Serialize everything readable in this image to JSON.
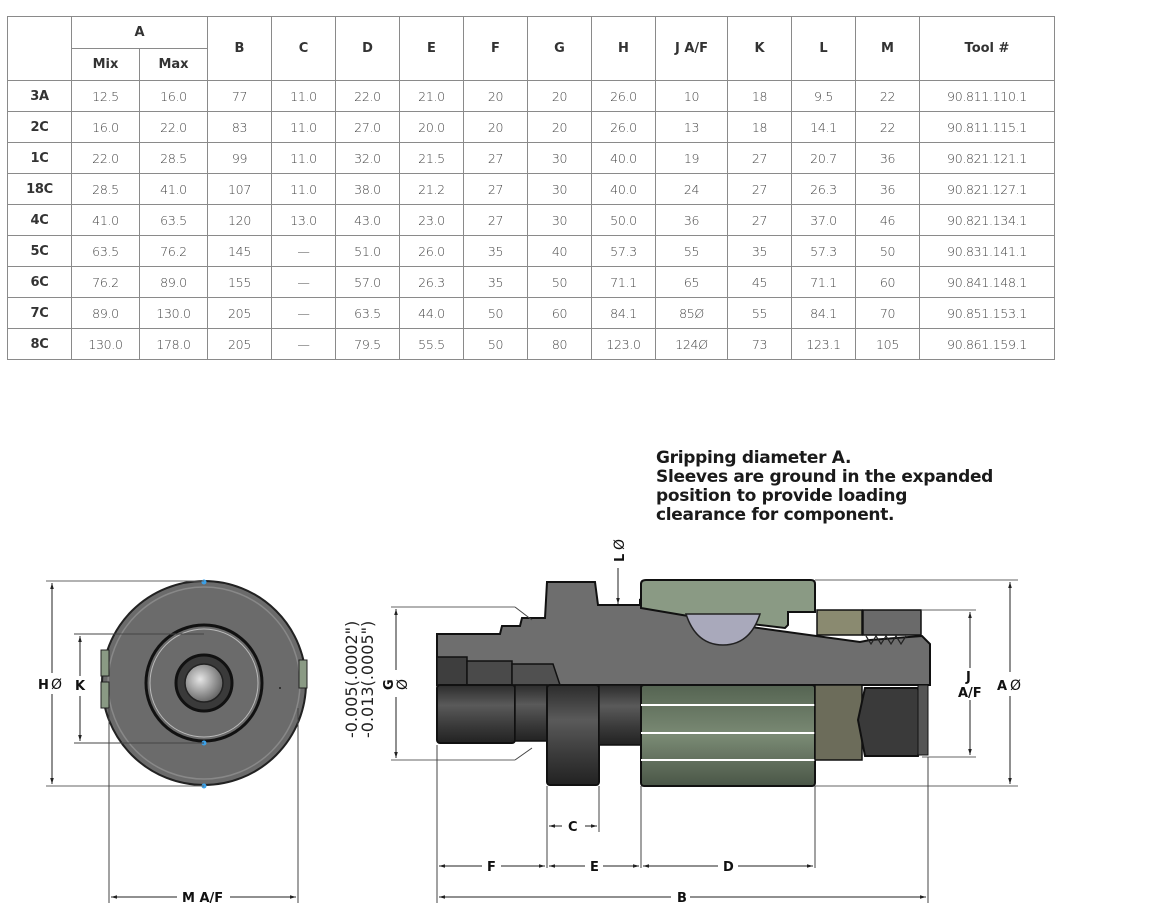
{
  "table": {
    "group_header": "A",
    "sub_headers": [
      "Mix",
      "Max"
    ],
    "columns": [
      "B",
      "C",
      "D",
      "E",
      "F",
      "G",
      "H",
      "J A/F",
      "K",
      "L",
      "M",
      "Tool #"
    ],
    "rows": [
      {
        "size": "3A",
        "a_min": "12.5",
        "a_max": "16.0",
        "B": "77",
        "C": "11.0",
        "D": "22.0",
        "E": "21.0",
        "F": "20",
        "G": "20",
        "H": "26.0",
        "J": "10",
        "K": "18",
        "L": "9.5",
        "M": "22",
        "tool": "90.811.110.1"
      },
      {
        "size": "2C",
        "a_min": "16.0",
        "a_max": "22.0",
        "B": "83",
        "C": "11.0",
        "D": "27.0",
        "E": "20.0",
        "F": "20",
        "G": "20",
        "H": "26.0",
        "J": "13",
        "K": "18",
        "L": "14.1",
        "M": "22",
        "tool": "90.811.115.1"
      },
      {
        "size": "1C",
        "a_min": "22.0",
        "a_max": "28.5",
        "B": "99",
        "C": "11.0",
        "D": "32.0",
        "E": "21.5",
        "F": "27",
        "G": "30",
        "H": "40.0",
        "J": "19",
        "K": "27",
        "L": "20.7",
        "M": "36",
        "tool": "90.821.121.1"
      },
      {
        "size": "18C",
        "a_min": "28.5",
        "a_max": "41.0",
        "B": "107",
        "C": "11.0",
        "D": "38.0",
        "E": "21.2",
        "F": "27",
        "G": "30",
        "H": "40.0",
        "J": "24",
        "K": "27",
        "L": "26.3",
        "M": "36",
        "tool": "90.821.127.1"
      },
      {
        "size": "4C",
        "a_min": "41.0",
        "a_max": "63.5",
        "B": "120",
        "C": "13.0",
        "D": "43.0",
        "E": "23.0",
        "F": "27",
        "G": "30",
        "H": "50.0",
        "J": "36",
        "K": "27",
        "L": "37.0",
        "M": "46",
        "tool": "90.821.134.1"
      },
      {
        "size": "5C",
        "a_min": "63.5",
        "a_max": "76.2",
        "B": "145",
        "C": "—",
        "D": "51.0",
        "E": "26.0",
        "F": "35",
        "G": "40",
        "H": "57.3",
        "J": "55",
        "K": "35",
        "L": "57.3",
        "M": "50",
        "tool": "90.831.141.1"
      },
      {
        "size": "6C",
        "a_min": "76.2",
        "a_max": "89.0",
        "B": "155",
        "C": "—",
        "D": "57.0",
        "E": "26.3",
        "F": "35",
        "G": "50",
        "H": "71.1",
        "J": "65",
        "K": "45",
        "L": "71.1",
        "M": "60",
        "tool": "90.841.148.1"
      },
      {
        "size": "7C",
        "a_min": "89.0",
        "a_max": "130.0",
        "B": "205",
        "C": "—",
        "D": "63.5",
        "E": "44.0",
        "F": "50",
        "G": "60",
        "H": "84.1",
        "J": "85Ø",
        "K": "55",
        "L": "84.1",
        "M": "70",
        "tool": "90.851.153.1"
      },
      {
        "size": "8C",
        "a_min": "130.0",
        "a_max": "178.0",
        "B": "205",
        "C": "—",
        "D": "79.5",
        "E": "55.5",
        "F": "50",
        "G": "80",
        "H": "123.0",
        "J": "124Ø",
        "K": "73",
        "L": "123.1",
        "M": "105",
        "tool": "90.861.159.1"
      }
    ]
  },
  "note": {
    "lines": [
      "Gripping diameter A.",
      "Sleeves are ground in the expanded",
      "position to provide loading",
      "clearance for component."
    ]
  },
  "drawing": {
    "end_view": {
      "h_label": "H",
      "k_label": "K",
      "m_label": "M A/F",
      "dia_symbol": "Ø"
    },
    "side_view": {
      "tolerance_line1": "-0.005(.0002\")",
      "tolerance_line2": "-0.013(.0005\")",
      "g_label": "G",
      "l_label": "L",
      "j_label_top": "J",
      "j_label_bottom": "A/F",
      "a_label": "A",
      "c_label": "C",
      "f_label": "F",
      "e_label": "E",
      "d_label": "D",
      "b_label": "B",
      "dia_symbol": "Ø"
    },
    "colors": {
      "body": "#6b6b6b",
      "body_dark": "#3a3a3a",
      "sleeve": "#8a9a84",
      "ball": "#a9a9bb",
      "nut": "#55585a",
      "highlight": "#3aa0e8"
    }
  }
}
